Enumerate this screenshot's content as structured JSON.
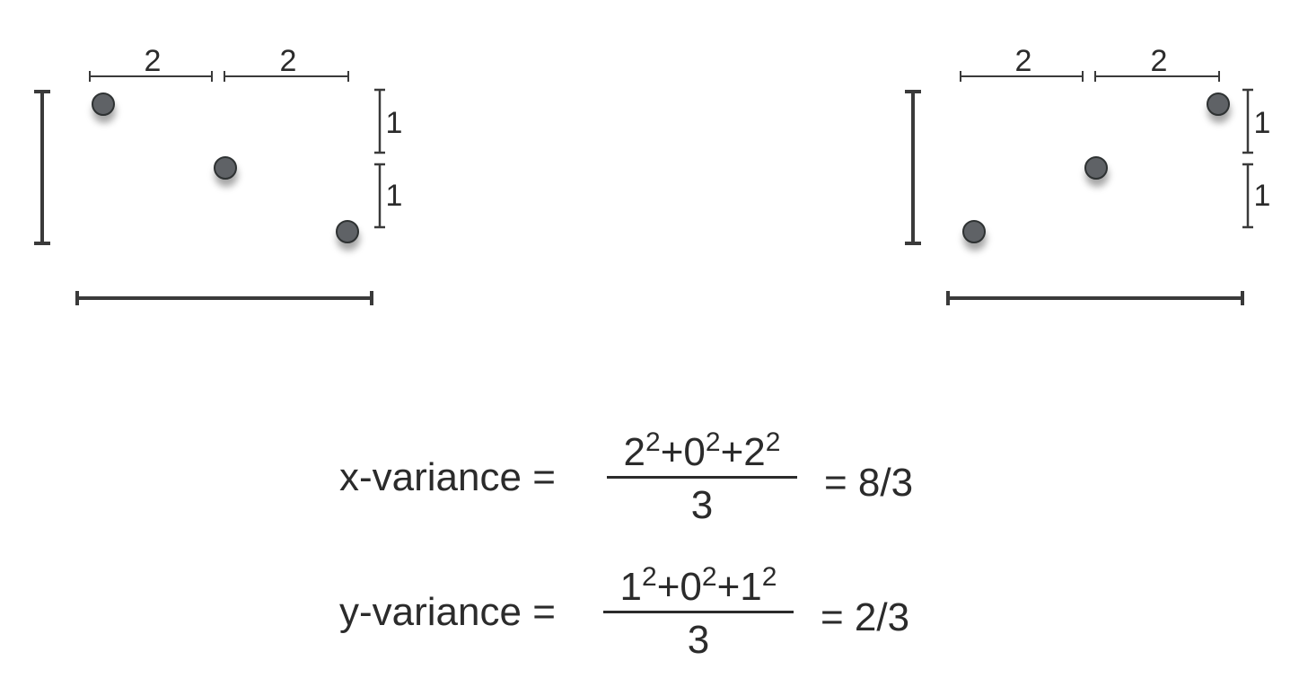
{
  "panels": {
    "left": {
      "top_spacings": [
        "2",
        "2"
      ],
      "side_spacings": [
        "1",
        "1"
      ],
      "points": [
        {
          "x": -2,
          "y": 1
        },
        {
          "x": 0,
          "y": 0
        },
        {
          "x": 2,
          "y": -1
        }
      ]
    },
    "right": {
      "top_spacings": [
        "2",
        "2"
      ],
      "side_spacings": [
        "1",
        "1"
      ],
      "points": [
        {
          "x": -2,
          "y": -1
        },
        {
          "x": 0,
          "y": 0
        },
        {
          "x": 2,
          "y": 1
        }
      ]
    }
  },
  "equations": {
    "x": {
      "lhs": "x-variance =",
      "terms": [
        {
          "base": "2",
          "exp": "2"
        },
        {
          "base": "0",
          "exp": "2"
        },
        {
          "base": "2",
          "exp": "2"
        }
      ],
      "operators": [
        "+",
        "+"
      ],
      "denominator": "3",
      "result": "= 8/3"
    },
    "y": {
      "lhs": "y-variance =",
      "terms": [
        {
          "base": "1",
          "exp": "2"
        },
        {
          "base": "0",
          "exp": "2"
        },
        {
          "base": "1",
          "exp": "2"
        }
      ],
      "operators": [
        "+",
        "+"
      ],
      "denominator": "3",
      "result": "= 2/3"
    }
  },
  "colors": {
    "point_fill": "#5f6266",
    "point_stroke": "#2e3033",
    "line": "#3a3a3a",
    "text": "#2b2b2b"
  }
}
